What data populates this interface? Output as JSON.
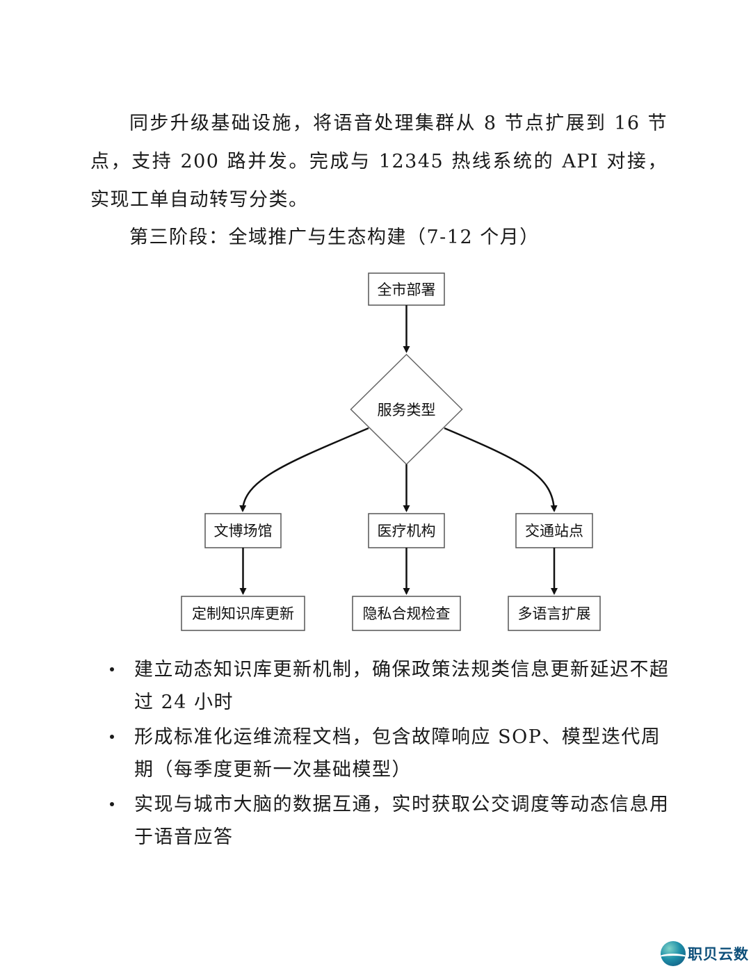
{
  "body": {
    "paragraph_1": "同步升级基础设施，将语音处理集群从 8 节点扩展到 16 节点，支持 200 路并发。完成与 12345 热线系统的 API 对接，实现工单自动转写分类。",
    "heading": "第三阶段：全域推广与生态构建（7-12 个月）"
  },
  "flowchart": {
    "start": "全市部署",
    "decision": "服务类型",
    "branches": [
      {
        "category": "文博场馆",
        "action": "定制知识库更新"
      },
      {
        "category": "医疗机构",
        "action": "隐私合规检查"
      },
      {
        "category": "交通站点",
        "action": "多语言扩展"
      }
    ]
  },
  "bullets": [
    "建立动态知识库更新机制，确保政策法规类信息更新延迟不超过 24 小时",
    "形成标准化运维流程文档，包含故障响应 SOP、模型迭代周期（每季度更新一次基础模型）",
    "实现与城市大脑的数据互通，实时获取公交调度等动态信息用于语音应答"
  ],
  "footer": {
    "logo_icon": "wave-globe-logo",
    "logo_text": "职贝云数"
  }
}
